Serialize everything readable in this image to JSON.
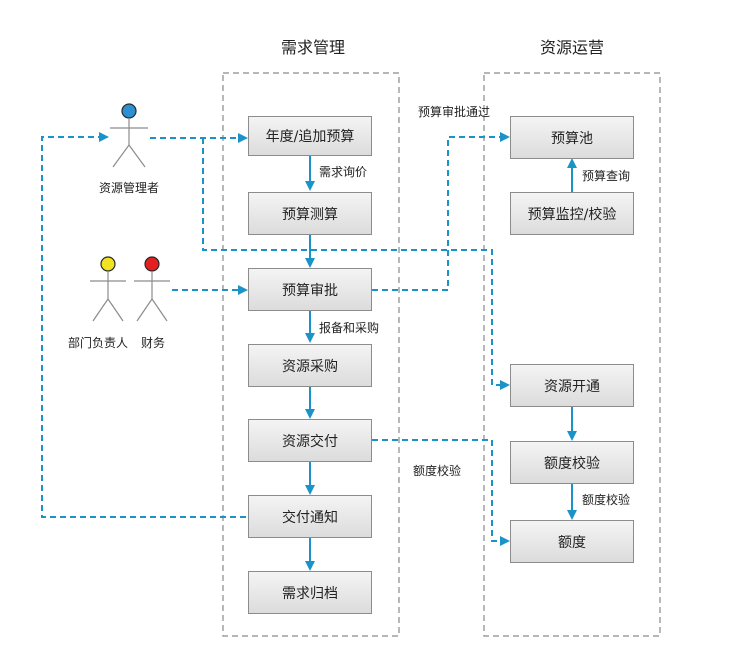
{
  "lanes": {
    "demand": {
      "title": "需求管理"
    },
    "ops": {
      "title": "资源运营"
    }
  },
  "actors": {
    "manager": {
      "label": "资源管理者",
      "head_color": "#2e8fd1"
    },
    "dept_head": {
      "label": "部门负责人",
      "head_color": "#f0e321"
    },
    "finance": {
      "label": "财务",
      "head_color": "#e31f1f"
    }
  },
  "nodes": {
    "annual_budget": "年度/追加预算",
    "budget_estimate": "预算测算",
    "budget_approval": "预算审批",
    "resource_purchase": "资源采购",
    "resource_delivery": "资源交付",
    "delivery_notice": "交付通知",
    "demand_archive": "需求归档",
    "budget_pool": "预算池",
    "budget_monitor": "预算监控/校验",
    "resource_open": "资源开通",
    "quota_check": "额度校验",
    "quota": "额度"
  },
  "edge_labels": {
    "demand_inquiry": "需求询价",
    "filing_purchase": "报备和采购",
    "budget_approved": "预算审批通过",
    "budget_query": "预算查询",
    "quota_check_1": "额度校验",
    "quota_check_2": "额度校验"
  },
  "colors": {
    "flow_arrow": "#1b93c9",
    "lane_border": "#8a8a8a"
  }
}
